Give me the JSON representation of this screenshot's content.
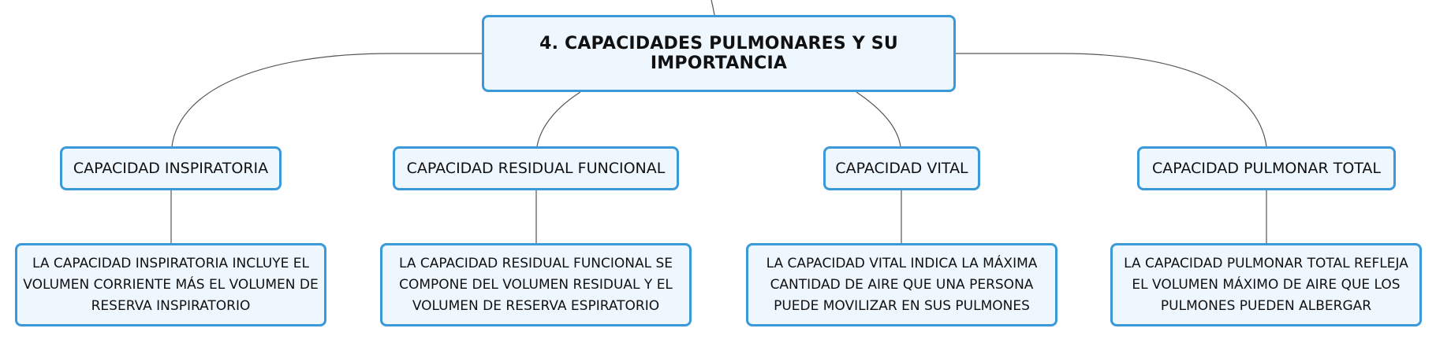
{
  "colors": {
    "node_border": "#3a9ad9",
    "node_fill": "#eef7fe",
    "connector": "#555555",
    "text": "#111111"
  },
  "main": {
    "title": "4. CAPACIDADES PULMONARES Y SU IMPORTANCIA"
  },
  "branches": [
    {
      "title": "CAPACIDAD INSPIRATORIA",
      "detail": "LA CAPACIDAD INSPIRATORIA INCLUYE EL VOLUMEN CORRIENTE MÁS EL VOLUMEN DE RESERVA INSPIRATORIO"
    },
    {
      "title": "CAPACIDAD RESIDUAL FUNCIONAL",
      "detail": "LA CAPACIDAD RESIDUAL FUNCIONAL SE COMPONE DEL VOLUMEN RESIDUAL Y EL VOLUMEN DE RESERVA ESPIRATORIO"
    },
    {
      "title": "CAPACIDAD VITAL",
      "detail": "LA CAPACIDAD VITAL INDICA LA MÁXIMA CANTIDAD DE AIRE QUE UNA PERSONA PUEDE MOVILIZAR EN SUS PULMONES"
    },
    {
      "title": "CAPACIDAD PULMONAR TOTAL",
      "detail": "LA CAPACIDAD PULMONAR TOTAL REFLEJA EL VOLUMEN MÁXIMO DE AIRE QUE LOS PULMONES PUEDEN ALBERGAR"
    }
  ]
}
